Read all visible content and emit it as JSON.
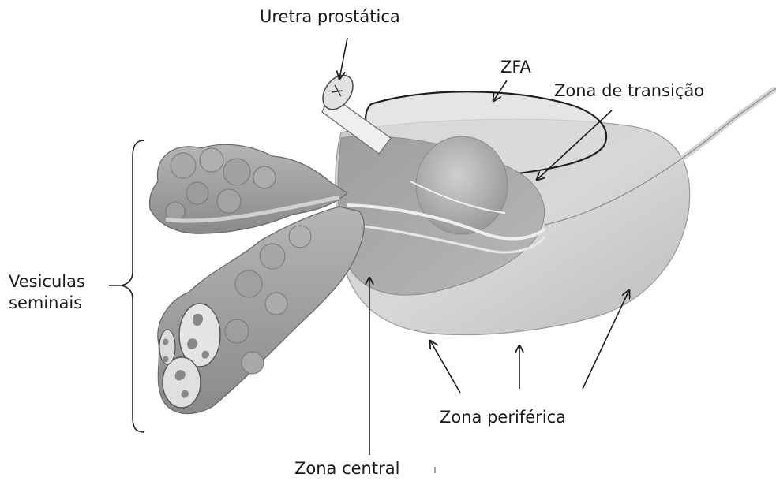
{
  "labels": {
    "uretra": "Uretra prostática",
    "zfa": "ZFA",
    "transicao": "Zona de transição",
    "vesiculas_line1": "Vesiculas",
    "vesiculas_line2": "seminais",
    "periferica": "Zona periférica",
    "central": "Zona central"
  },
  "colors": {
    "outline": "#1f1f1f",
    "gland_light": "#d9d9d9",
    "gland_mid": "#bdbdbd",
    "gland_dark": "#8f8f8f",
    "background": "#ffffff"
  }
}
